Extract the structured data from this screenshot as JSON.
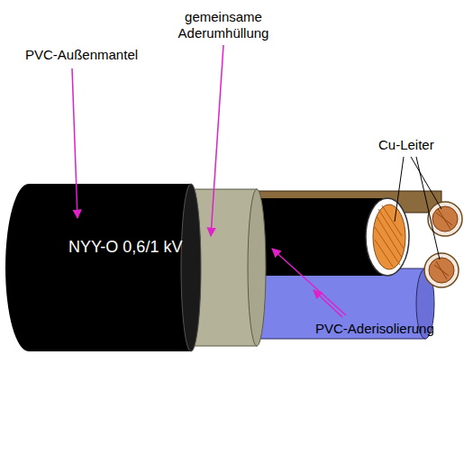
{
  "diagram": {
    "labels": [
      "PVC-Außenmantel",
      "gemeinsame Aderumhüllung",
      "Cu-Leiter",
      "PVC-Aderisolierung",
      "NYY-O 0,6/1 kV"
    ]
  }
}
